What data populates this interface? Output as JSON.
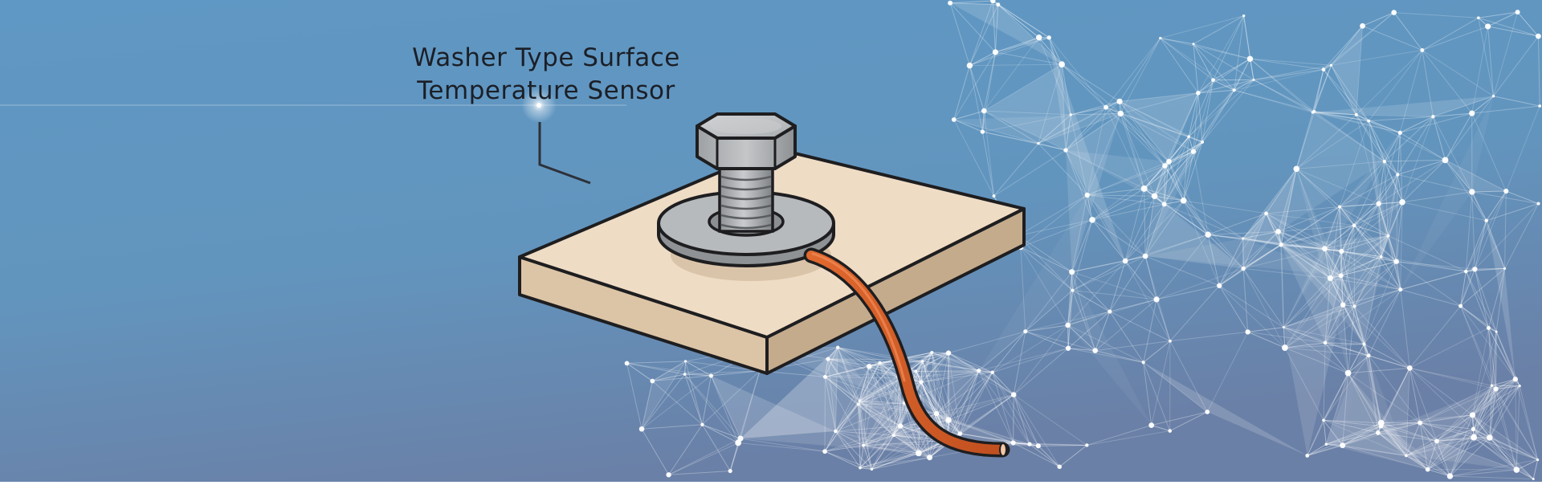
{
  "banner": {
    "title_line_1": "Washer Type Surface",
    "title_line_2": "Temperature Sensor"
  },
  "illustration": {
    "subject": "washer-type-surface-temperature-sensor",
    "components": [
      "base-plate",
      "hex-bolt",
      "washer-sensor-ring",
      "sensor-cable"
    ]
  },
  "colors": {
    "background_top": "#6499c3",
    "background_bottom": "#6a82a8",
    "plate_top": "#efdcc5",
    "plate_side": "#c9b192",
    "bolt_metal": "#b7babd",
    "washer_metal": "#b2b5b8",
    "cable": "#d45a26",
    "outline": "#1e1e20",
    "network": "#ffffff"
  }
}
